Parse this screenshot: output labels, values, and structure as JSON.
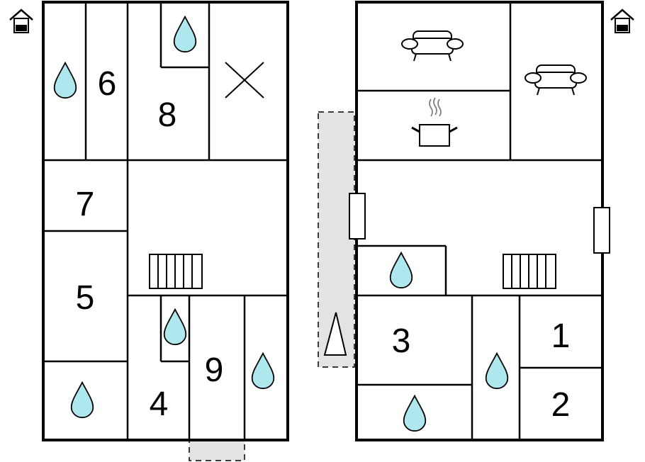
{
  "floors": [
    {
      "name": "left-floor",
      "room_numbers": [
        "6",
        "8",
        "7",
        "5",
        "4",
        "9"
      ]
    },
    {
      "name": "right-floor",
      "room_numbers": [
        "3",
        "1",
        "2"
      ]
    }
  ],
  "icons": {
    "floor_marker": "house-floor-icon",
    "water": "water-drop-icon",
    "stairs": "stairs-icon",
    "sofa": "sofa-icon",
    "cooking_pot": "cooking-pot-icon",
    "window": "window-icon",
    "entrance_arrow": "entrance-arrow-icon",
    "void": "empty-space-x-icon"
  },
  "colors": {
    "wall": "#000000",
    "water_fill": "#aee8ee",
    "terrace_fill": "#e3e3e3",
    "background": "#ffffff"
  }
}
